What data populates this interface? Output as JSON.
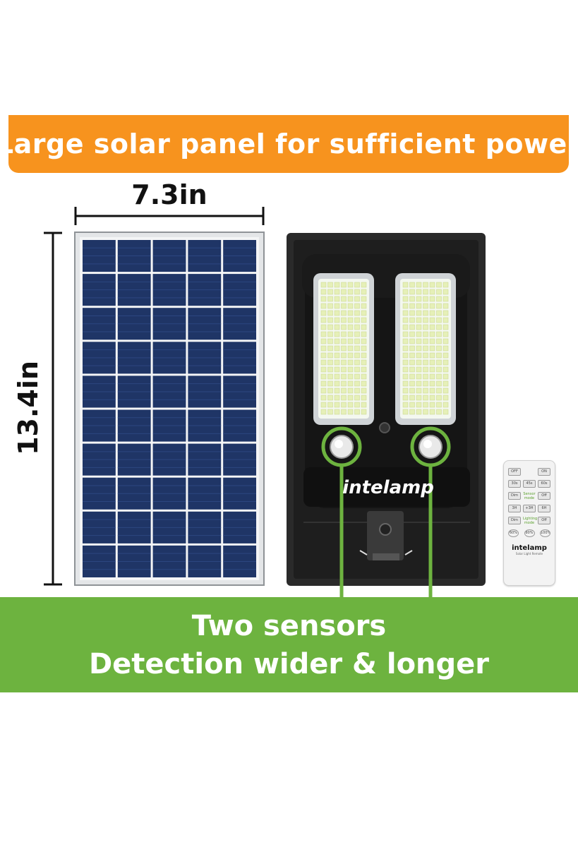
{
  "header": {
    "title": "Large solar panel for sufficient power"
  },
  "dimensions": {
    "width_label": "7.3in",
    "height_label": "13.4in"
  },
  "footer": {
    "line1": "Two sensors",
    "line2": "Detection wider & longer"
  },
  "lamp": {
    "brand": "intelamp"
  },
  "remote": {
    "brand": "intelamp",
    "subtitle": "Solar Light Remote",
    "rows": [
      [
        "OFF",
        "ON"
      ],
      [
        "30s",
        "45s",
        "60s"
      ],
      [
        "Dim",
        "Sensor mode",
        "Off"
      ],
      [
        "3H",
        "+3H",
        "6H"
      ],
      [
        "Dim",
        "Lighting mode",
        "Off"
      ],
      [
        "60%",
        "80%",
        "100%"
      ]
    ]
  },
  "colors": {
    "orange": "#f7931e",
    "green": "#6db33f",
    "sensor_ring": "#6db33f"
  }
}
